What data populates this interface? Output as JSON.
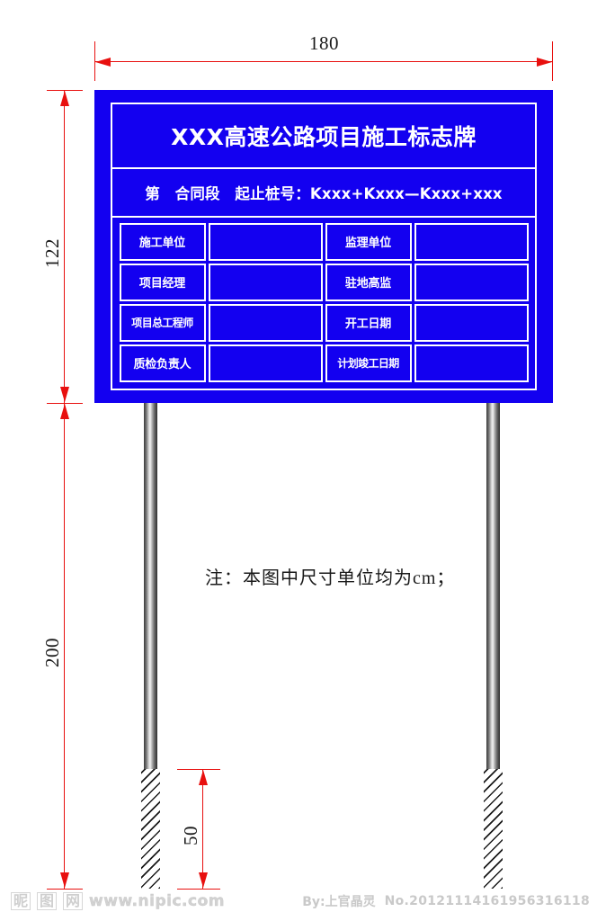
{
  "drawing": {
    "title": "XXX高速公路项目施工标志牌",
    "contract_line": "第　合同段　起止桩号：Kxxx+Kxxx—Kxxx+xxx",
    "note": "注：本图中尺寸单位均为cm；",
    "sign_color": "#1300f0",
    "dimension_color": "#e8100f",
    "border_color": "#ffffff"
  },
  "dimensions": {
    "width_label": "180",
    "sign_height_label": "122",
    "post_height_label": "200",
    "buried_depth_label": "50",
    "unit": "cm"
  },
  "table": {
    "rows": [
      {
        "label_left": "施工单位",
        "value_left": "",
        "label_right": "监理单位",
        "value_right": ""
      },
      {
        "label_left": "项目经理",
        "value_left": "",
        "label_right": "驻地高监",
        "value_right": ""
      },
      {
        "label_left": "项目总工程师",
        "value_left": "",
        "label_right": "开工日期",
        "value_right": ""
      },
      {
        "label_left": "质检负责人",
        "value_left": "",
        "label_right": "计划竣工日期",
        "value_right": ""
      }
    ]
  },
  "watermark": {
    "site_name": "昵图网",
    "site_char_1": "昵",
    "site_char_2": "图",
    "site_char_3": "网",
    "url": "www.nipic.com",
    "author": "By:上官晶灵",
    "id": "No.20121114161956316118"
  }
}
